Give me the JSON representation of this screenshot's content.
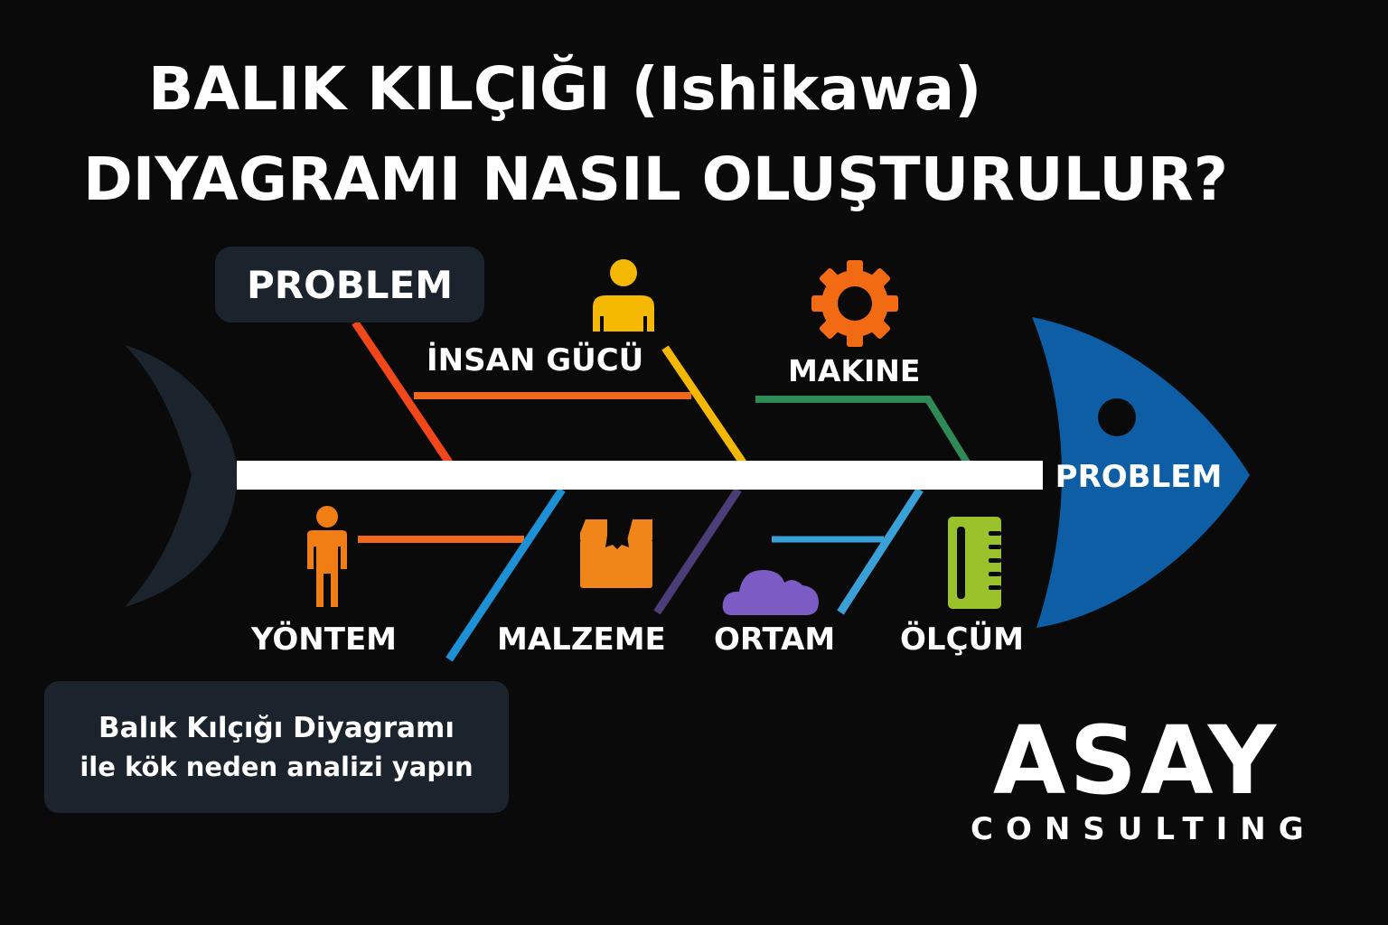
{
  "title": {
    "line1": "BALIK KILÇIĞI (Ishikawa)",
    "line2": "DIYAGRAMI NASIL OLUŞTURULUR?"
  },
  "diagram": {
    "tail_label": "PROBLEM",
    "head_label": "PROBLEM",
    "colors": {
      "spine": "#ffffff",
      "head": "#0d5ea5",
      "tail": "#1b242c",
      "background": "#0a0a0a"
    },
    "categories": [
      {
        "id": "insan-gucu",
        "label": "İNSAN GÜCÜ",
        "icon": "person-icon",
        "position": "top",
        "icon_color": "#f5b800",
        "bone_color": "#f5b800"
      },
      {
        "id": "makine",
        "label": "MAKINE",
        "icon": "gear-icon",
        "position": "top",
        "icon_color": "#f26b12",
        "bone_color": "#2e8b57"
      },
      {
        "id": "yontem",
        "label": "YÖNTEM",
        "icon": "standing-person-icon",
        "position": "bottom",
        "icon_color": "#f07e14",
        "bone_color": "#1e90d6"
      },
      {
        "id": "malzeme",
        "label": "MALZEME",
        "icon": "box-icon",
        "position": "bottom",
        "icon_color": "#f0861a",
        "bone_color": "#4b3d78"
      },
      {
        "id": "ortam",
        "label": "ORTAM",
        "icon": "cloud-icon",
        "position": "bottom",
        "icon_color": "#7b5cc4",
        "bone_color": "#3aa0d8"
      },
      {
        "id": "olcum",
        "label": "ÖLÇÜM",
        "icon": "ruler-icon",
        "position": "bottom",
        "icon_color": "#9ac22a",
        "bone_color": "#3aa0d8"
      }
    ],
    "problem_bone_color": "#f2471a",
    "insan_sub_bone_color": "#ee6a1a",
    "yontem_sub_bone_color": "#ee6a1a"
  },
  "cta": {
    "line1": "Balık Kılçığı Diyagramı",
    "line2": "ile kök neden analizi yapın"
  },
  "brand": {
    "name": "ASAY",
    "subtitle": "CONSULTING"
  }
}
